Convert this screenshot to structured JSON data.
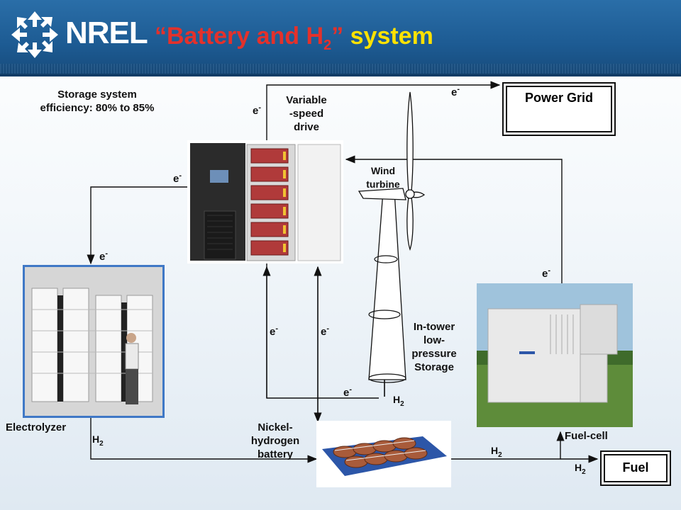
{
  "header": {
    "logo_text": "NREL",
    "title_part1": "“Battery and H",
    "title_sub": "2",
    "title_part2": "”",
    "title_part3": " system"
  },
  "labels": {
    "efficiency_line1": "Storage system",
    "efficiency_line2": "efficiency: 80% to 85%",
    "vsd_line1": "Variable",
    "vsd_line2": "-speed",
    "vsd_line3": "drive",
    "wind_line1": "Wind",
    "wind_line2": "turbine",
    "storage_line1": "In-tower",
    "storage_line2": "low-",
    "storage_line3": "pressure",
    "storage_line4": "Storage",
    "electrolyzer": "Electrolyzer",
    "battery_line1": "Nickel-",
    "battery_line2": "hydrogen",
    "battery_line3": "battery",
    "fuelcell": "Fuel-cell"
  },
  "boxes": {
    "power_grid": "Power Grid",
    "fuel": "Fuel"
  },
  "flow_labels": {
    "electron_base": "e",
    "electron_sup": "-",
    "hydrogen_base": "H",
    "hydrogen_sub": "2"
  },
  "colors": {
    "header_blue": "#1d5b93",
    "title_red": "#e4312b",
    "title_yellow": "#ffe200"
  }
}
